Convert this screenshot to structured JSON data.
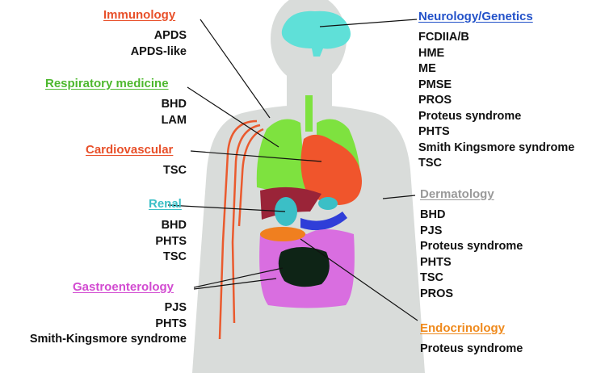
{
  "colors": {
    "immunology": "#e8502a",
    "respiratory": "#4db82e",
    "cardiovascular": "#e8502a",
    "renal": "#3bbfc6",
    "gastroenterology": "#d24bd1",
    "neurology": "#2352c9",
    "dermatology": "#9a9a9a",
    "endocrinology": "#ef8a1d",
    "body": "#d9dcda",
    "lung": "#7ee23f",
    "heart": "#f0552c",
    "brain": "#5fe0d8",
    "liver": "#9a2438",
    "intestine": "#d96ee0",
    "colon": "#0e2416",
    "pancreas": "#f07f1f",
    "vessel": "#ea5a2e"
  },
  "categories": {
    "immunology": {
      "label": "Immunology",
      "items": [
        "APDS",
        "APDS-like"
      ]
    },
    "respiratory": {
      "label": "Respiratory medicine",
      "items": [
        "BHD",
        "LAM"
      ]
    },
    "cardiovascular": {
      "label": "Cardiovascular",
      "items": [
        "TSC"
      ]
    },
    "renal": {
      "label": "Renal",
      "items": [
        "BHD",
        "PHTS",
        "TSC"
      ]
    },
    "gastroenterology": {
      "label": "Gastroenterology",
      "items": [
        "PJS",
        "PHTS",
        "Smith-Kingsmore syndrome"
      ]
    },
    "neurology": {
      "label": "Neurology/Genetics",
      "items": [
        "FCDIIA/B",
        "HME",
        "ME",
        "PMSE",
        "PROS",
        "Proteus syndrome",
        "PHTS",
        "Smith Kingsmore syndrome",
        "TSC"
      ]
    },
    "dermatology": {
      "label": "Dermatology",
      "items": [
        "BHD",
        "PJS",
        "Proteus syndrome",
        "PHTS",
        "TSC",
        "PROS"
      ]
    },
    "endocrinology": {
      "label": "Endocrinology",
      "items": [
        "Proteus syndrome"
      ]
    }
  }
}
